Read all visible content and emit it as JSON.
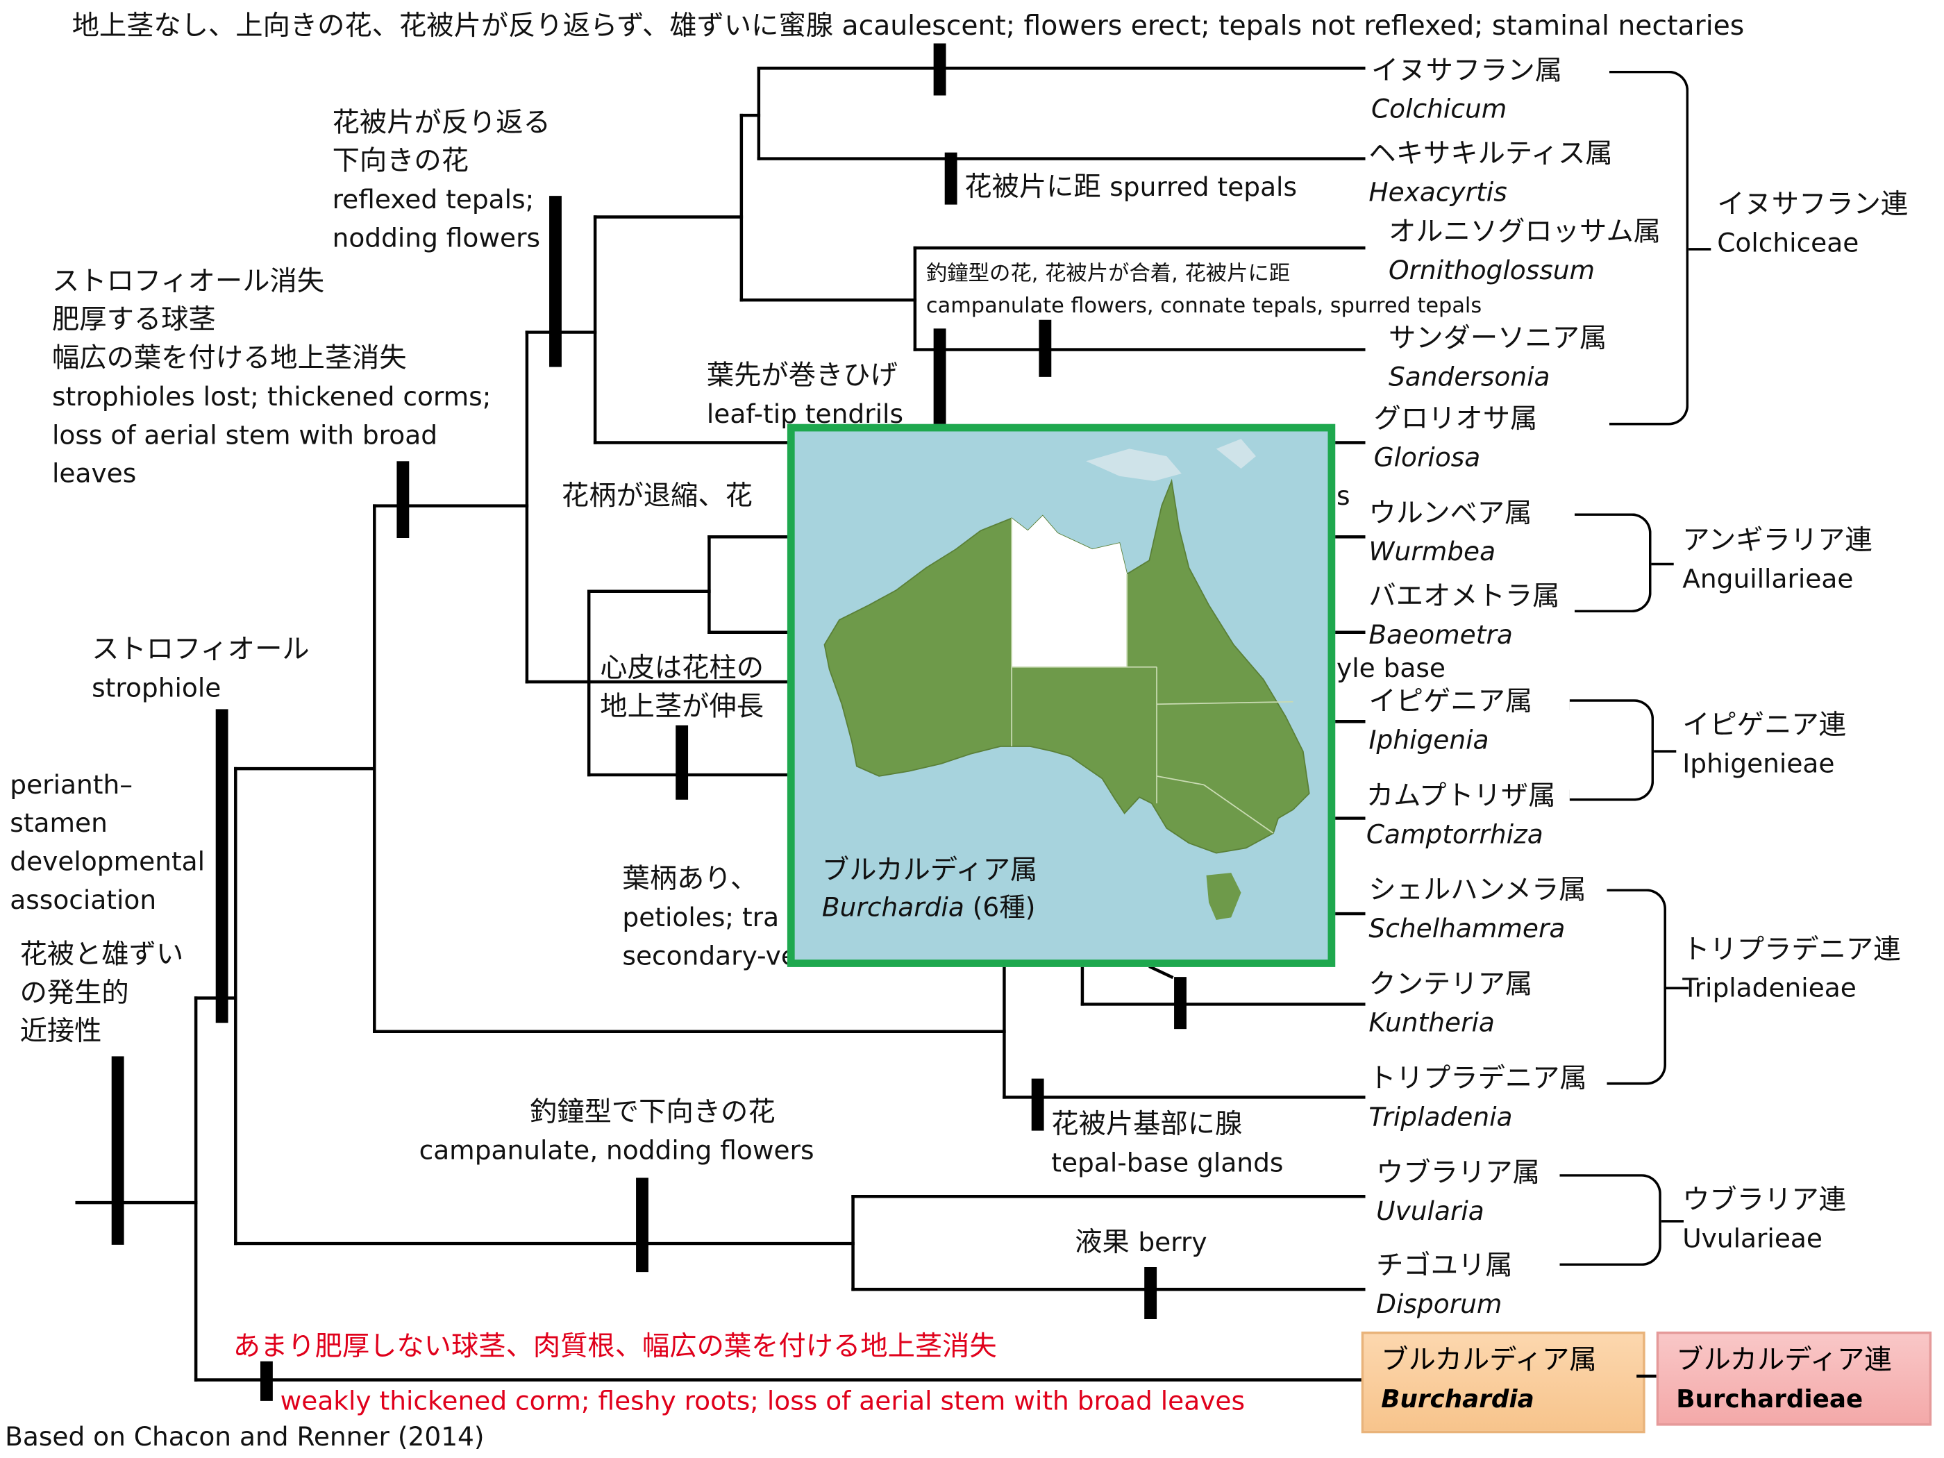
{
  "header": "地上茎なし、上向きの花、花被片が反り返らず、雄ずいに蜜腺 acaulescent; flowers erect; tepals not reflexed; staminal nectaries",
  "taxa": [
    {
      "ja": "イヌサフラン属",
      "latin": "Colchicum"
    },
    {
      "ja": "ヘキサキルティス属",
      "latin": "Hexacyrtis"
    },
    {
      "ja": "オルニソグロッサム属",
      "latin": "Ornithoglossum"
    },
    {
      "ja": "サンダーソニア属",
      "latin": "Sandersonia"
    },
    {
      "ja": "グロリオサ属",
      "latin": "Gloriosa"
    },
    {
      "ja": "ウルンベア属",
      "latin": "Wurmbea"
    },
    {
      "ja": "バエオメトラ属",
      "latin": "Baeometra"
    },
    {
      "ja": "イピゲニア属",
      "latin": "Iphigenia"
    },
    {
      "ja": "カムプトリザ属",
      "latin": "Camptorrhiza"
    },
    {
      "ja": "シェルハンメラ属",
      "latin": "Schelhammera"
    },
    {
      "ja": "クンテリア属",
      "latin": "Kuntheria"
    },
    {
      "ja": "トリプラデニア属",
      "latin": "Tripladenia"
    },
    {
      "ja": "ウブラリア属",
      "latin": "Uvularia"
    },
    {
      "ja": "チゴユリ属",
      "latin": "Disporum"
    }
  ],
  "tribes": [
    {
      "ja": "イヌサフラン連",
      "latin": "Colchiceae"
    },
    {
      "ja": "アンギラリア連",
      "latin": "Anguillarieae"
    },
    {
      "ja": "イピゲニア連",
      "latin": "Iphigenieae"
    },
    {
      "ja": "トリプラデニア連",
      "latin": "Tripladenieae"
    },
    {
      "ja": "ウブラリア連",
      "latin": "Uvularieae"
    }
  ],
  "highlight": {
    "genus_ja": "ブルカルディア属",
    "genus_latin": "Burchardia",
    "tribe_ja": "ブルカルディア連",
    "tribe_latin": "Burchardieae",
    "highlight_color": "#f7c48c",
    "tribe_color": "#f4a9a9"
  },
  "characters": {
    "spurred_ja": "花被片に距",
    "spurred_en": "spurred tepals",
    "campanulate1_ja": "釣鐘型の花, 花被片が合着, 花被片に距",
    "campanulate1_en": "campanulate flowers, connate tepals, spurred tepals",
    "reflexed_ja1": "花被片が反り返る",
    "reflexed_ja2": "下向きの花",
    "reflexed_en1": "reflexed tepals;",
    "reflexed_en2": "nodding flowers",
    "tendrils_ja": "葉先が巻きひげ",
    "tendrils_en": "leaf-tip tendrils",
    "lost_ja1": "ストロフィオール消失",
    "lost_ja2": "肥厚する球茎",
    "lost_ja3": "幅広の葉を付ける地上茎消失",
    "lost_en1": "strophioles lost; thickened corms;",
    "lost_en2": "loss of aerial stem with broad",
    "lost_en3": "leaves",
    "pedicel_ja": "花柄が退縮、花",
    "pedicel_en_tail": "s",
    "carpel_ja1": "心皮は花柱の",
    "carpel_ja2": "地上茎が伸長",
    "carpel_en_tail": "yle base",
    "petiole_ja": "葉柄あり、",
    "petiole_en1": "petioles; tra",
    "petiole_en2": "secondary-vein meshes",
    "strophiole_ja": "ストロフィオール",
    "strophiole_en": "strophiole",
    "perianth_en1": "perianth–",
    "perianth_en2": "stamen",
    "perianth_en3": "developmental",
    "perianth_en4": "association",
    "perianth_ja1": "花被と雄ずい",
    "perianth_ja2": "の発生的",
    "perianth_ja3": "近接性",
    "glands_ja": "花被片基部に腺",
    "glands_en": "tepal-base glands",
    "nodding_ja": "釣鐘型で下向きの花",
    "nodding_en": "campanulate, nodding flowers",
    "berry_ja": "液果",
    "berry_en": "berry",
    "weak_ja": "あまり肥厚しない球茎、肉質根、幅広の葉を付ける地上茎消失",
    "weak_en": "weakly thickened corm; fleshy roots; loss of aerial stem with broad leaves",
    "red_color": "#e0001b"
  },
  "map": {
    "title_ja": "ブルカルディア属",
    "title_latin": "Burchardia",
    "species": "(6種)",
    "sea_color": "#a7d3dd",
    "range_color": "#6e9a4a",
    "frame_color": "#1ea84e"
  },
  "footer": "Based on Chacon and Renner (2014)"
}
